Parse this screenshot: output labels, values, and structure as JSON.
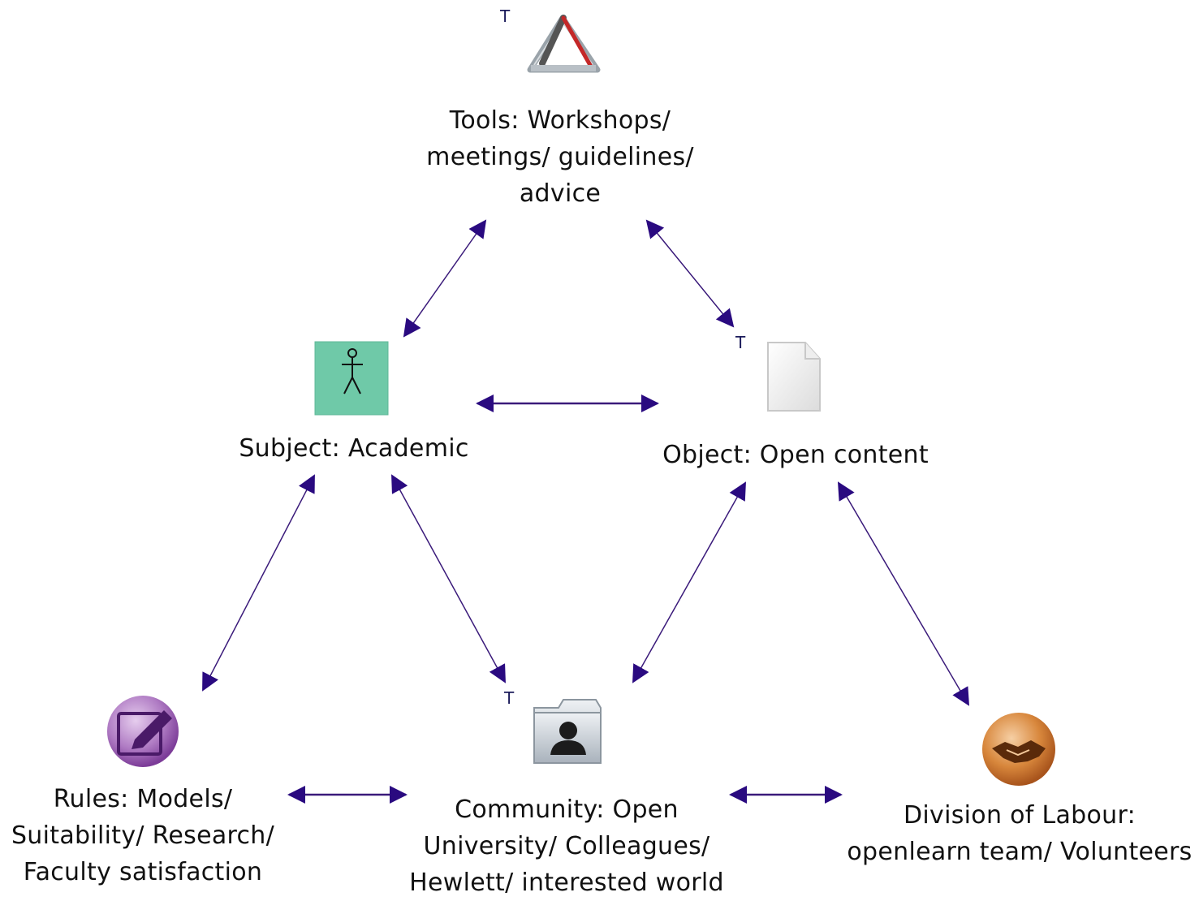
{
  "nodes": {
    "tools": {
      "label_lines": [
        "Tools: Workshops/",
        "meetings/ guidelines/",
        "advice"
      ],
      "icon": "drafting-tools-icon",
      "tagged": true
    },
    "subject": {
      "label_lines": [
        "Subject: Academic"
      ],
      "icon": "actor-icon",
      "tagged": false
    },
    "object": {
      "label_lines": [
        "Object: Open content"
      ],
      "icon": "document-icon",
      "tagged": true
    },
    "rules": {
      "label_lines": [
        "Rules: Models/",
        "Suitability/ Research/",
        "Faculty satisfaction"
      ],
      "icon": "edit-pen-icon",
      "tagged": false
    },
    "community": {
      "label_lines": [
        "Community: Open",
        "University/ Colleagues/",
        "Hewlett/ interested world"
      ],
      "icon": "user-folder-icon",
      "tagged": true
    },
    "division": {
      "label_lines": [
        "Division of Labour:",
        "openlearn team/ Volunteers"
      ],
      "icon": "handshake-icon",
      "tagged": false
    }
  },
  "tag_marker": "T",
  "edges": [
    {
      "from": "tools",
      "to": "subject",
      "bidirectional": true
    },
    {
      "from": "tools",
      "to": "object",
      "bidirectional": true
    },
    {
      "from": "subject",
      "to": "object",
      "bidirectional": true
    },
    {
      "from": "subject",
      "to": "rules",
      "bidirectional": true
    },
    {
      "from": "subject",
      "to": "community",
      "bidirectional": true
    },
    {
      "from": "object",
      "to": "community",
      "bidirectional": true
    },
    {
      "from": "object",
      "to": "division",
      "bidirectional": true
    },
    {
      "from": "rules",
      "to": "community",
      "bidirectional": true
    },
    {
      "from": "community",
      "to": "division",
      "bidirectional": true
    }
  ],
  "colors": {
    "edge": "#3a1a7a",
    "arrowhead": "#2a0a80",
    "actor_box": "#6fc9a8",
    "rules_circle": "#9a5cb0",
    "division_circle": "#c8702a",
    "community_folder": "#b8c0c8"
  }
}
